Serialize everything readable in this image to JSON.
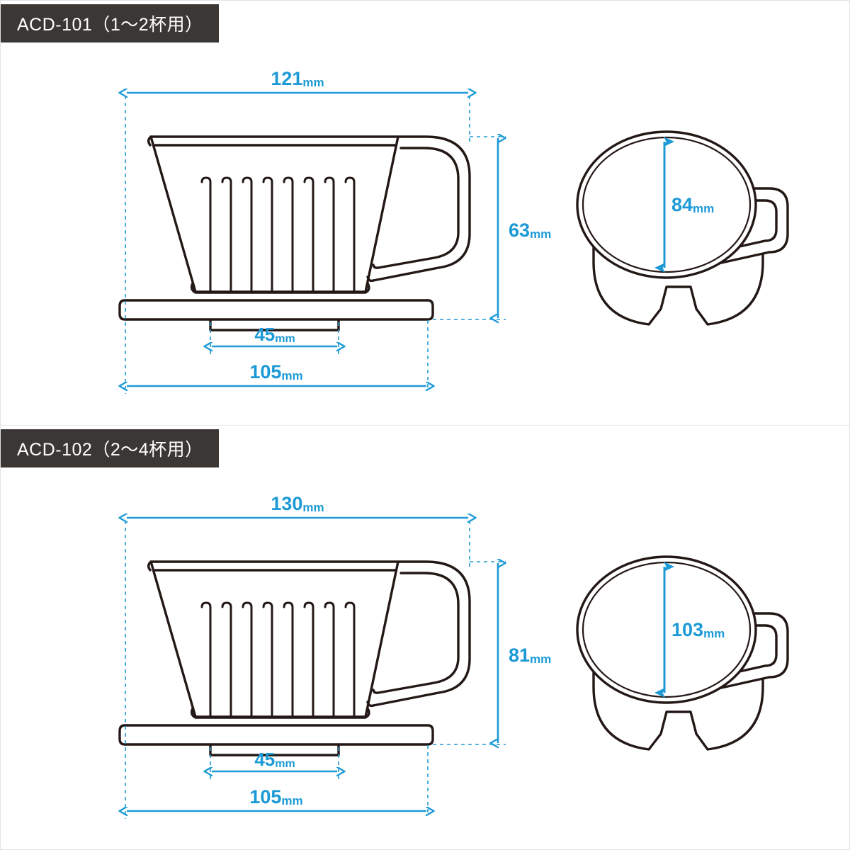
{
  "page": {
    "background": "#ffffff",
    "frame_color": "#e2e2e2",
    "divider_color": "#e9e9e9"
  },
  "style": {
    "dimension_color": "#1c9ad6",
    "dimension_color_dark": "#1484c4",
    "outline_color": "#231815",
    "tab_background": "#3b3735",
    "tab_text_color": "#ffffff",
    "unit": "mm"
  },
  "sections": [
    {
      "id": "acd-101",
      "tab_label": "ACD-101（1〜2杯用）",
      "model": "ACD-101",
      "capacity": "1〜2杯用",
      "dimensions": {
        "overall_width": "121",
        "overall_width_unit": "mm",
        "height": "63",
        "height_unit": "mm",
        "base_inner_width": "45",
        "base_inner_width_unit": "mm",
        "base_width": "105",
        "base_width_unit": "mm",
        "top_diameter": "84",
        "top_diameter_unit": "mm"
      }
    },
    {
      "id": "acd-102",
      "tab_label": "ACD-102（2〜4杯用）",
      "model": "ACD-102",
      "capacity": "2〜4杯用",
      "dimensions": {
        "overall_width": "130",
        "overall_width_unit": "mm",
        "height": "81",
        "height_unit": "mm",
        "base_inner_width": "45",
        "base_inner_width_unit": "mm",
        "base_width": "105",
        "base_width_unit": "mm",
        "top_diameter": "103",
        "top_diameter_unit": "mm"
      }
    }
  ]
}
